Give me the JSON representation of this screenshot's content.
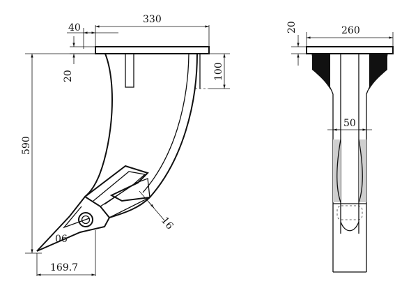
{
  "dimensions": {
    "top_width": "330",
    "flange_offset": "40",
    "flange_thickness_side": "20",
    "total_height": "590",
    "bracket_height": "100",
    "plate_thickness": "16",
    "tip_length": "169.7",
    "front_width": "260",
    "flange_thickness_front": "20",
    "shank_width": "50"
  },
  "labels": {
    "tip_code": "06"
  }
}
